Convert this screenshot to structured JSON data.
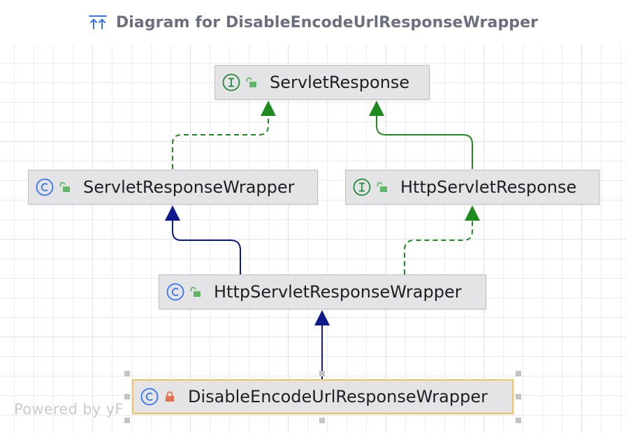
{
  "header": {
    "title": "Diagram for DisableEncodeUrlResponseWrapper",
    "icon": "hierarchy-icon"
  },
  "nodes": {
    "servlet_response": {
      "label": "ServletResponse",
      "kind": "interface",
      "visibility": "public"
    },
    "servlet_response_wrapper": {
      "label": "ServletResponseWrapper",
      "kind": "class",
      "visibility": "public"
    },
    "http_servlet_response": {
      "label": "HttpServletResponse",
      "kind": "interface",
      "visibility": "public"
    },
    "http_servlet_response_wrapper": {
      "label": "HttpServletResponseWrapper",
      "kind": "class",
      "visibility": "public"
    },
    "disable_encode_url_response_wrapper": {
      "label": "DisableEncodeUrlResponseWrapper",
      "kind": "class",
      "visibility": "private",
      "selected": true
    }
  },
  "edges": [
    {
      "from": "servlet_response_wrapper",
      "to": "servlet_response",
      "type": "implements"
    },
    {
      "from": "http_servlet_response",
      "to": "servlet_response",
      "type": "extends-interface"
    },
    {
      "from": "http_servlet_response_wrapper",
      "to": "servlet_response_wrapper",
      "type": "extends"
    },
    {
      "from": "http_servlet_response_wrapper",
      "to": "http_servlet_response",
      "type": "implements"
    },
    {
      "from": "disable_encode_url_response_wrapper",
      "to": "http_servlet_response_wrapper",
      "type": "extends"
    }
  ],
  "colors": {
    "implements_edge": "#1f8a1f",
    "extends_edge": "#0c1a8c",
    "class_icon": "#3574f0",
    "interface_icon": "#208a3c",
    "public_lock": "#5fb865",
    "private_lock": "#e5704a",
    "selection_border": "#f2c55c"
  },
  "watermark": "Powered by yF"
}
